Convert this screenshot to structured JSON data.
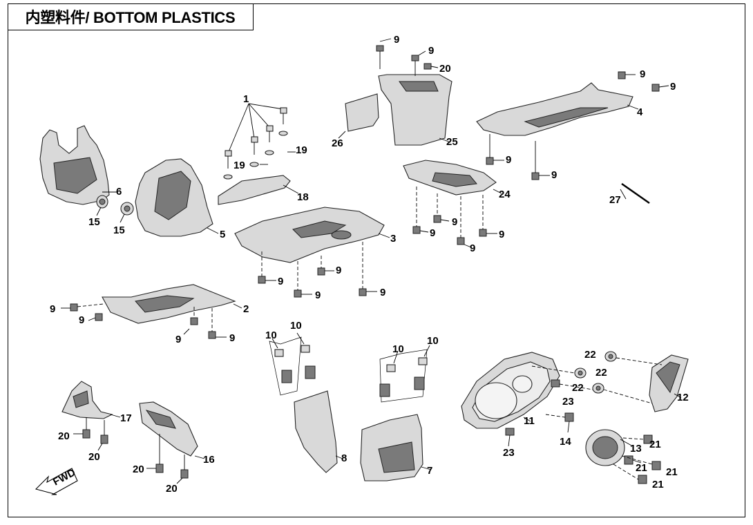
{
  "title": "内塑料件/ BOTTOM PLASTICS",
  "fwd_label": "FWD",
  "callouts": [
    "1",
    "2",
    "3",
    "4",
    "5",
    "6",
    "7",
    "8",
    "9",
    "10",
    "11",
    "12",
    "13",
    "14",
    "15",
    "16",
    "17",
    "18",
    "19",
    "20",
    "21",
    "22",
    "23",
    "24",
    "25",
    "26",
    "27"
  ]
}
